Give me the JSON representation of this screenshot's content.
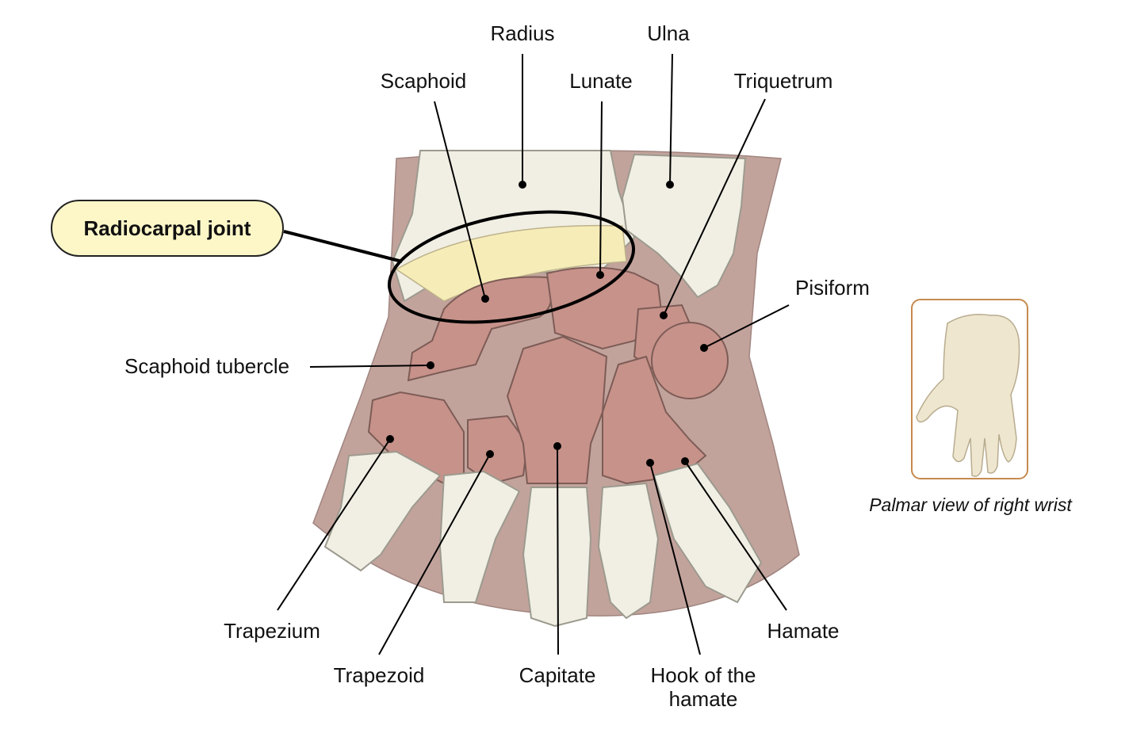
{
  "labels": {
    "radius": "Radius",
    "ulna": "Ulna",
    "scaphoid": "Scaphoid",
    "lunate": "Lunate",
    "triquetrum": "Triquetrum",
    "pisiform": "Pisiform",
    "scaphoid_tubercle": "Scaphoid tubercle",
    "trapezium": "Trapezium",
    "trapezoid": "Trapezoid",
    "capitate": "Capitate",
    "hook_line1": "Hook of the",
    "hook_line2": "hamate",
    "hamate": "Hamate"
  },
  "highlight": {
    "label": "Radiocarpal joint"
  },
  "thumbnail": {
    "caption": "Palmar view of right wrist"
  },
  "colors": {
    "bone": "#f1efe4",
    "carpal": "#c7928a",
    "background_tissue": "#c2a39c",
    "joint_highlight": "#f6ecb8",
    "frame_accent": "#c68a4e"
  }
}
